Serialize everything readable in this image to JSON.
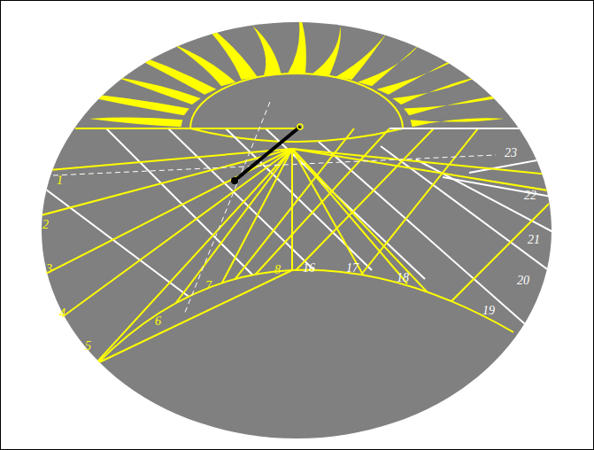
{
  "diagram": {
    "labels": [
      "1",
      "2",
      "3",
      "4",
      "5",
      "6",
      "7",
      "8",
      "16",
      "17",
      "18",
      "19",
      "20",
      "21",
      "22",
      "23"
    ]
  }
}
